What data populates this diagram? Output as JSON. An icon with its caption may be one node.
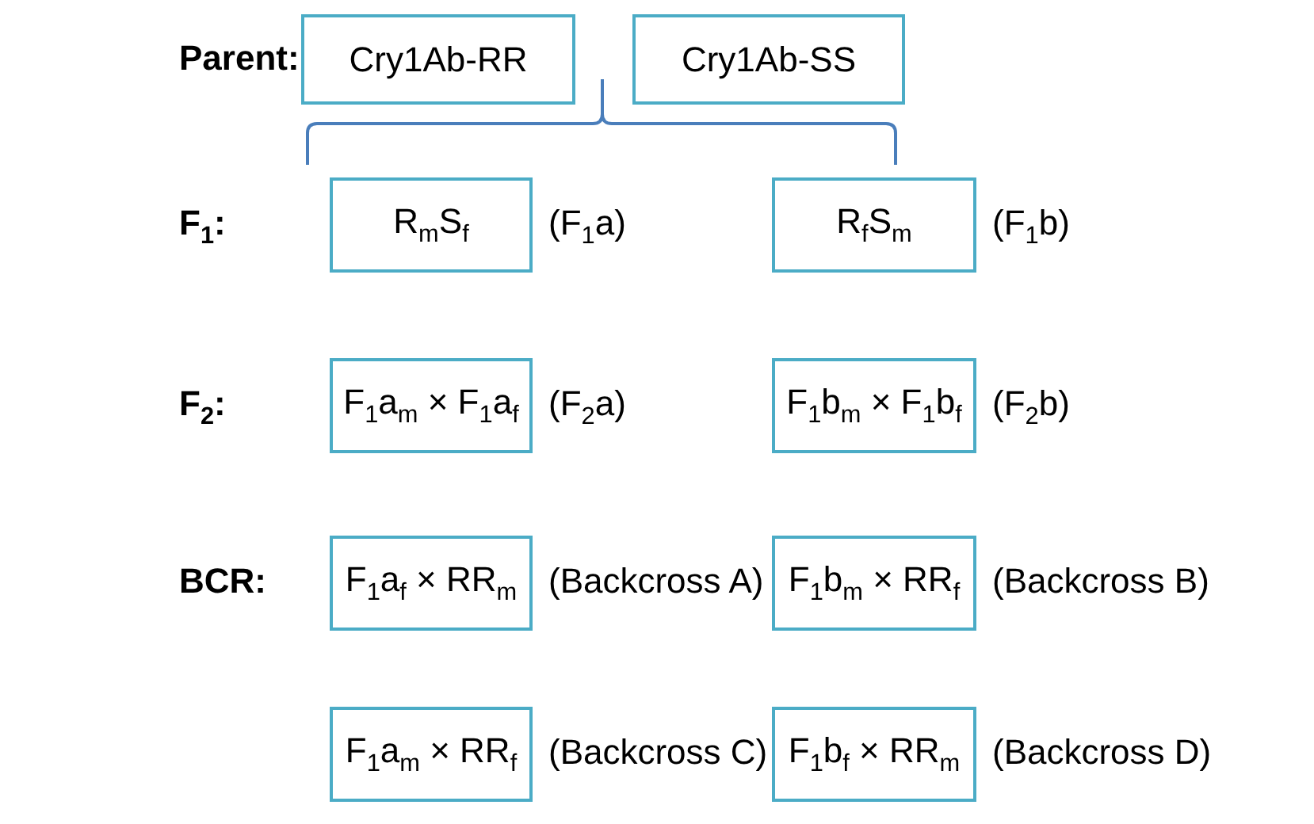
{
  "diagram": {
    "nodes": [
      {
        "text": [
          "Cry1Ab-RR"
        ]
      },
      {
        "text": [
          "Cry1Ab-SS"
        ]
      },
      {
        "text": [
          "R$_{m}$S$_{f}$"
        ],
        "beside": [
          "(F$_{1}$a)"
        ]
      },
      {
        "text": [
          "R$_{f}$S$_{m}$"
        ],
        "beside": [
          "(F$_{1}$b)"
        ]
      },
      {
        "text": [
          "F$_{1}$a$_{m}$ × F$_{1}$a$_{f}$"
        ],
        "beside": [
          "(F$_{2}$a)"
        ]
      },
      {
        "text": [
          "F$_{1}$b$_{m}$ × F$_{1}$b$_{f}$"
        ],
        "beside": [
          "(F$_{2}$b)"
        ]
      },
      {
        "text": [
          "F$_{1}$a$_{f}$ × RR$_{m}$"
        ],
        "beside": [
          "(Backcross A)"
        ]
      },
      {
        "text": [
          "F$_{1}$b$_{m}$ × RR$_{f}$"
        ],
        "beside": [
          "(Backcross B)"
        ]
      },
      {
        "text": [
          "F$_{1}$a$_{m}$ × RR$_{f}$"
        ],
        "beside": [
          "(Backcross C)"
        ]
      },
      {
        "text": [
          "F$_{1}$b$_{f}$ × RR$_{m}$"
        ],
        "beside": [
          "(Backcross D)"
        ]
      }
    ],
    "labels": [
      "Parent:",
      "F$_{1}$:",
      "F$_{2}$:",
      "BCR:"
    ]
  }
}
